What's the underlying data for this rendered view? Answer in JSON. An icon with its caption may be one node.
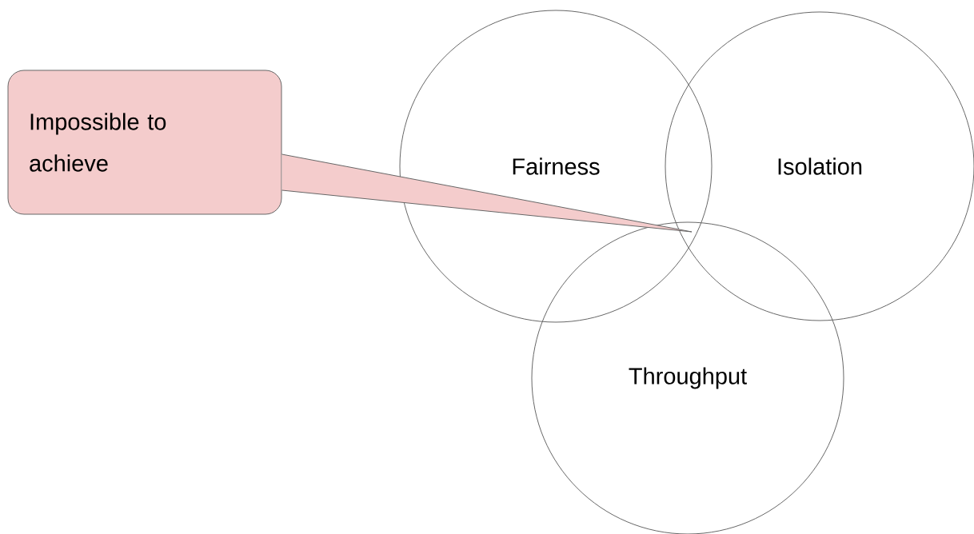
{
  "diagram": {
    "nodes": [
      {
        "text": [
          "Impossible to achieve"
        ]
      },
      {
        "text": [
          "Fairness"
        ]
      },
      {
        "text": [
          "Isolation"
        ]
      },
      {
        "text": [
          "Throughput"
        ]
      }
    ]
  }
}
